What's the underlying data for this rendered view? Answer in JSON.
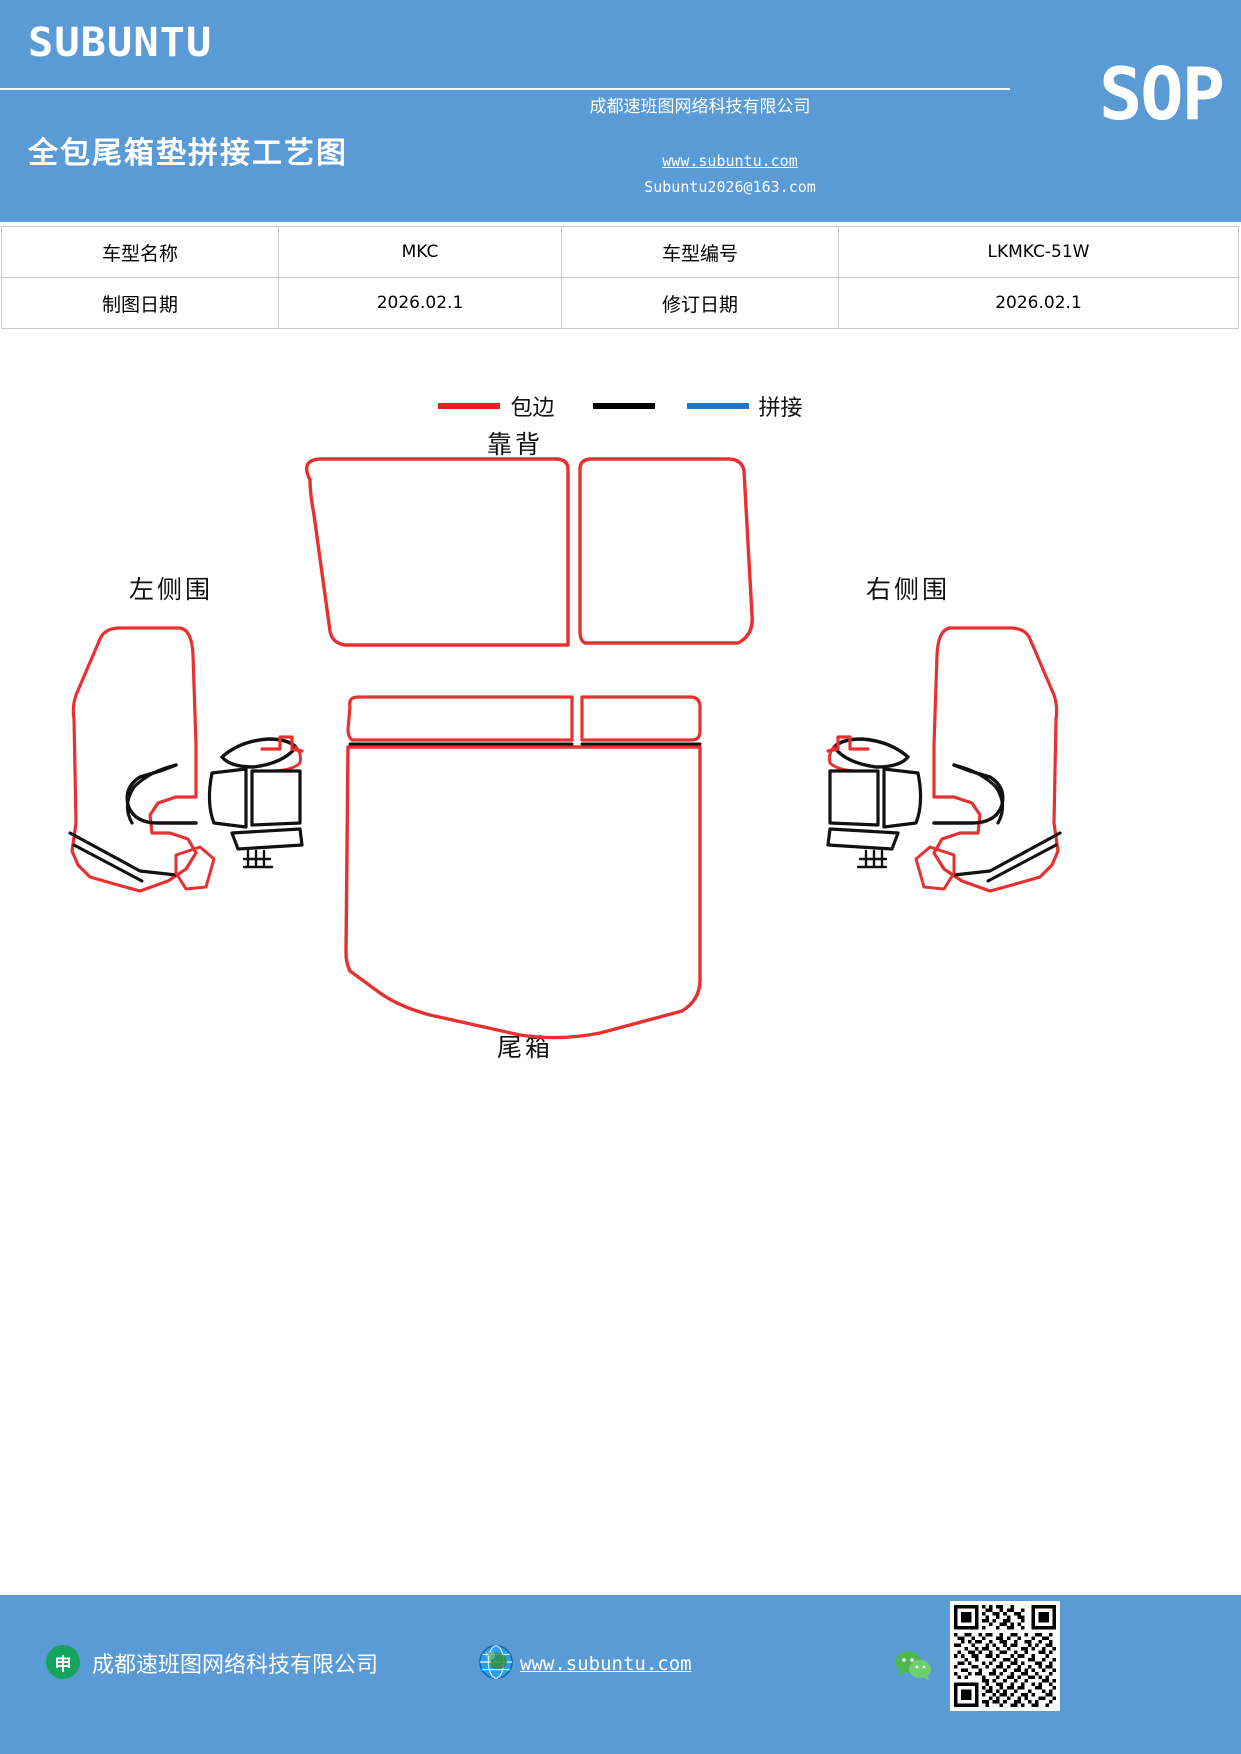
{
  "header": {
    "brand": "SUBUNTU",
    "doc_title": "全包尾箱垫拼接工艺图",
    "company": "成都速班图网络科技有限公司",
    "website": "www.subuntu.com",
    "email": "Subuntu2026@163.com",
    "sop": "SOP",
    "bg_color": "#5b9bd5"
  },
  "info_table": {
    "rows": [
      {
        "label1": "车型名称",
        "value1": "MKC",
        "label2": "车型编号",
        "value2": "LKMKC-51W"
      },
      {
        "label1": "制图日期",
        "value1": "2026.02.1",
        "label2": "修订日期",
        "value2": "2026.02.1"
      }
    ]
  },
  "legend": {
    "items": [
      {
        "label": "包边",
        "color": "#ee1c1c"
      },
      {
        "label": "",
        "color": "#000000"
      },
      {
        "label": "拼接",
        "color": "#1f77c4"
      }
    ]
  },
  "diagram": {
    "labels": {
      "backrest": "靠背",
      "left_side": "左侧围",
      "right_side": "右侧围",
      "trunk": "尾箱"
    },
    "colors": {
      "binding": "#e83030",
      "seam_black": "#111111",
      "seam_blue": "#1f77c4"
    }
  },
  "footer": {
    "badge": "申",
    "company": "成都速班图网络科技有限公司",
    "website": "www.subuntu.com",
    "bg_color": "#5b9bd5"
  }
}
